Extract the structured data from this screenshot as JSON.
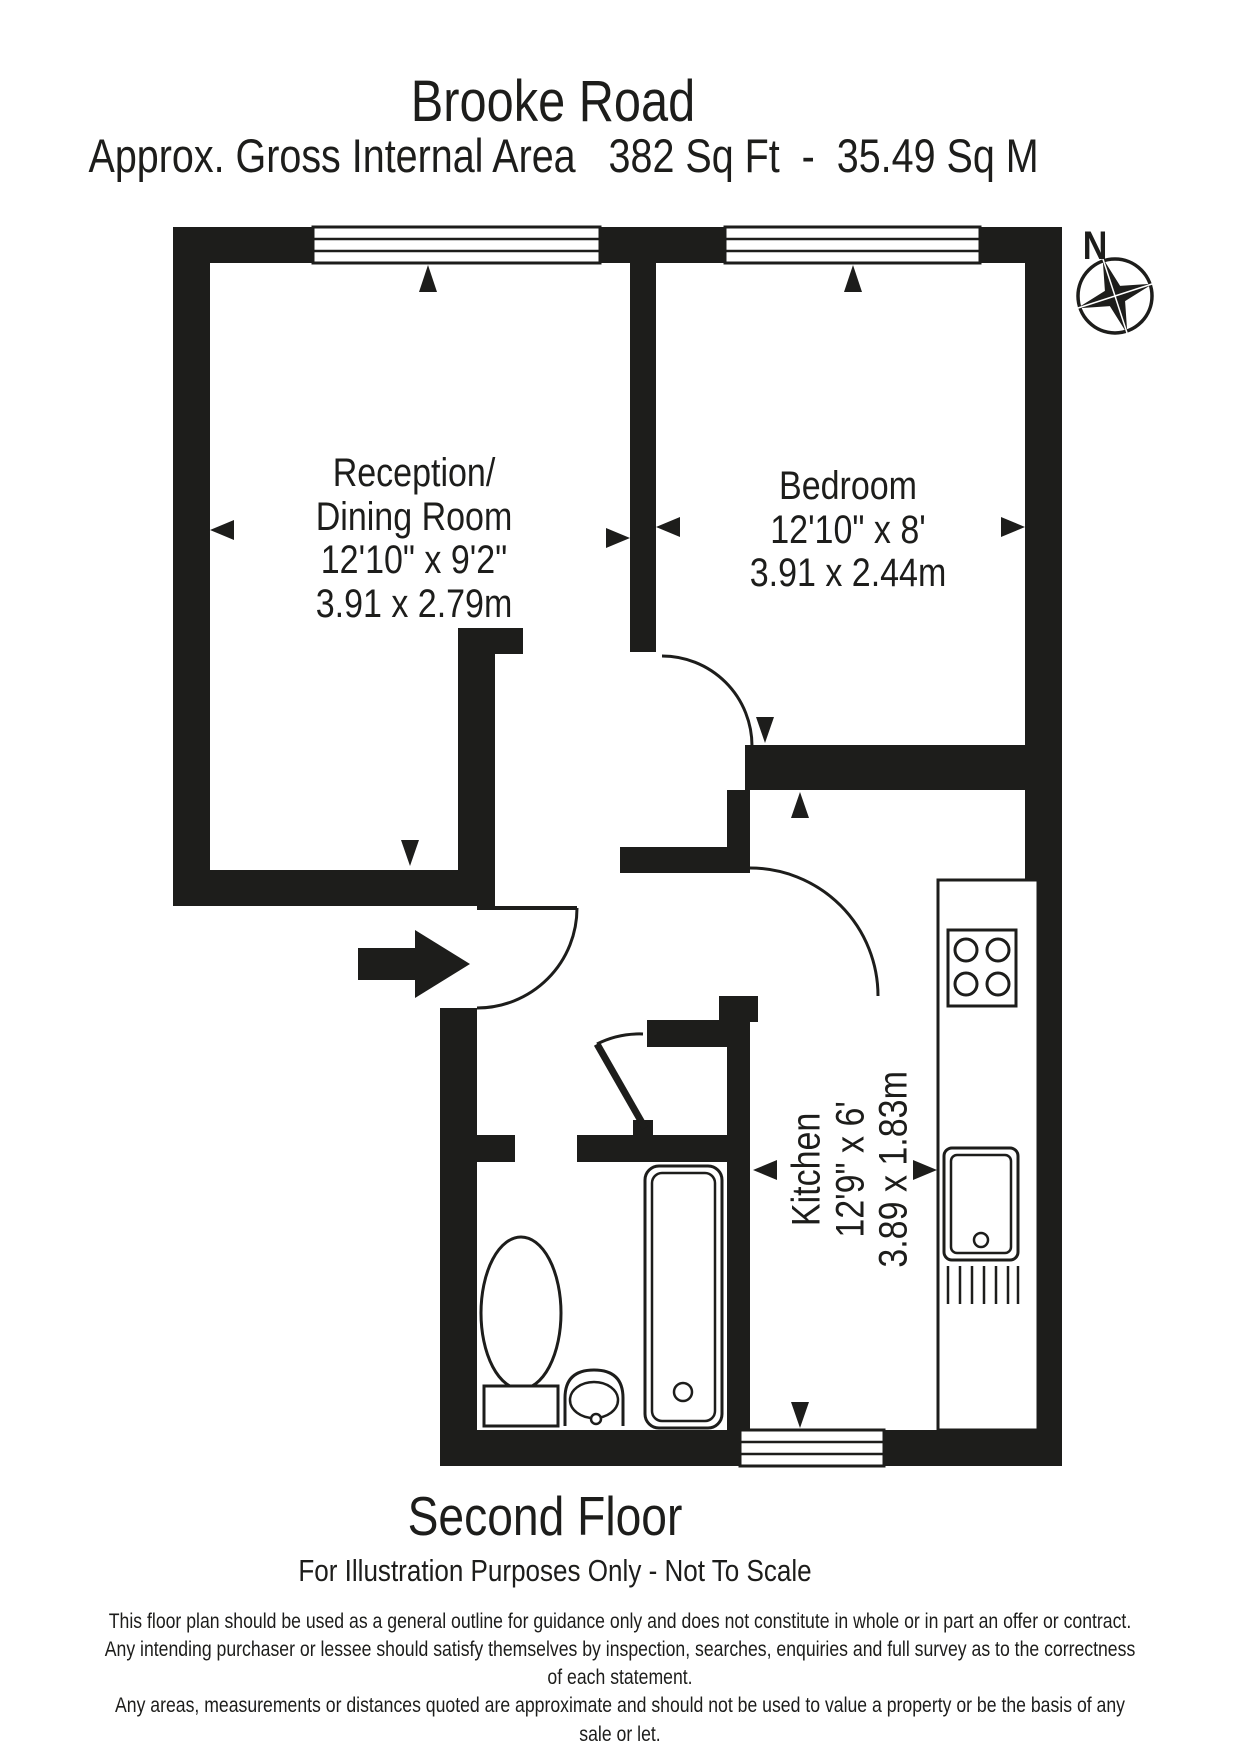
{
  "header": {
    "title": "Brooke Road",
    "subtitle": "Approx. Gross Internal Area   382 Sq Ft  -  35.49 Sq M"
  },
  "compass": {
    "north_label": "N"
  },
  "rooms": {
    "reception": {
      "name_line1": "Reception/",
      "name_line2": "Dining Room",
      "dims_imperial": "12'10\" x 9'2\"",
      "dims_metric": "3.91 x 2.79m"
    },
    "bedroom": {
      "name": "Bedroom",
      "dims_imperial": "12'10\" x 8'",
      "dims_metric": "3.91 x 2.44m"
    },
    "kitchen": {
      "name": "Kitchen",
      "dims_imperial": "12'9\" x 6'",
      "dims_metric": "3.89 x 1.83m"
    }
  },
  "footer": {
    "floor_label": "Second Floor",
    "disclaimer_note": "For Illustration Purposes Only - Not To Scale",
    "legal_lines": [
      "This floor plan should be used as a general outline for guidance only and does not constitute in whole or in part an offer or contract.",
      "Any intending purchaser or lessee should satisfy themselves by inspection, searches, enquiries and full survey as to the correctness of each statement.",
      "Any areas, measurements or distances quoted are approximate and should not be used to value a property or be the basis of any sale or let."
    ]
  },
  "colors": {
    "ink": "#1d1d1b",
    "background": "#ffffff"
  }
}
